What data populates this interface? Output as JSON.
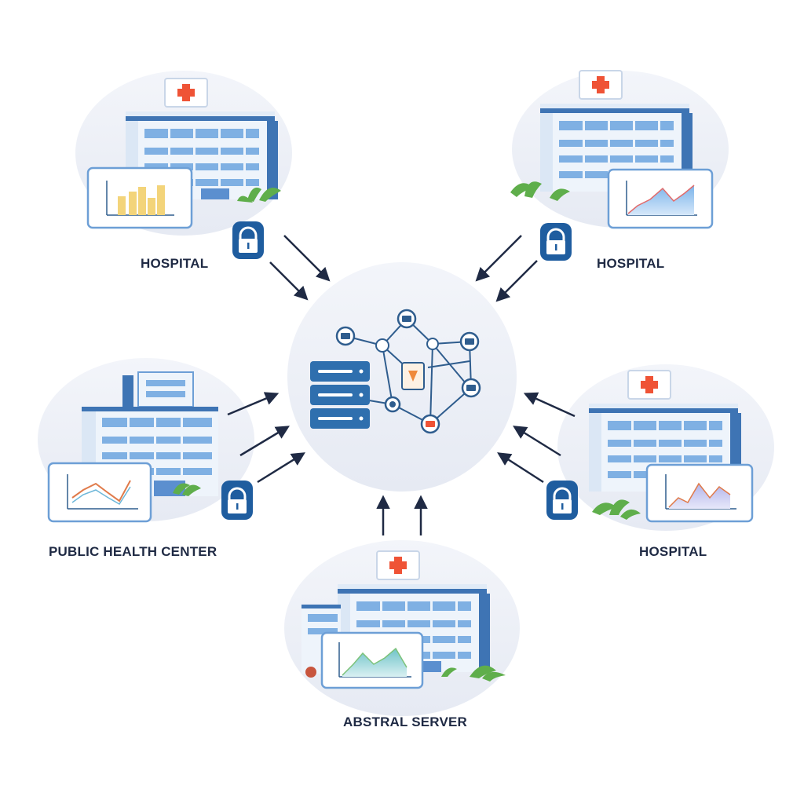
{
  "diagram": {
    "nodes": [
      {
        "id": "top-left",
        "label": "HOSPITAL",
        "facility": "hospital",
        "chart": "bar-chart"
      },
      {
        "id": "top-right",
        "label": "HOSPITAL",
        "facility": "hospital",
        "chart": "area-chart"
      },
      {
        "id": "mid-left",
        "label": "PUBLIC HEALTH CENTER",
        "facility": "public-health-center",
        "chart": "line-chart"
      },
      {
        "id": "mid-right",
        "label": "HOSPITAL",
        "facility": "hospital",
        "chart": "area-chart"
      },
      {
        "id": "bottom",
        "label": "ABSTRAL SERVER",
        "facility": "hospital",
        "chart": "area-chart"
      }
    ],
    "hub": {
      "icon": "server-network-icon"
    },
    "edges": [
      {
        "from": "top-left",
        "to": "hub",
        "count": 2,
        "lock": true
      },
      {
        "from": "top-right",
        "to": "hub",
        "count": 2,
        "lock": true
      },
      {
        "from": "mid-left",
        "to": "hub",
        "count": 3,
        "lock": true
      },
      {
        "from": "mid-right",
        "to": "hub",
        "count": 3,
        "lock": true
      },
      {
        "from": "bottom",
        "to": "hub",
        "count": 2,
        "lock": false
      }
    ],
    "colors": {
      "building": "#6d9fd6",
      "building_dark": "#3e74b4",
      "building_light": "#dce8f6",
      "window": "#7fb0e3",
      "lock": "#1f5d9f",
      "arrow": "#1f2a44",
      "red_cross": "#ef5336",
      "bubble": "#eaeef6",
      "plant": "#5fae4b"
    }
  }
}
